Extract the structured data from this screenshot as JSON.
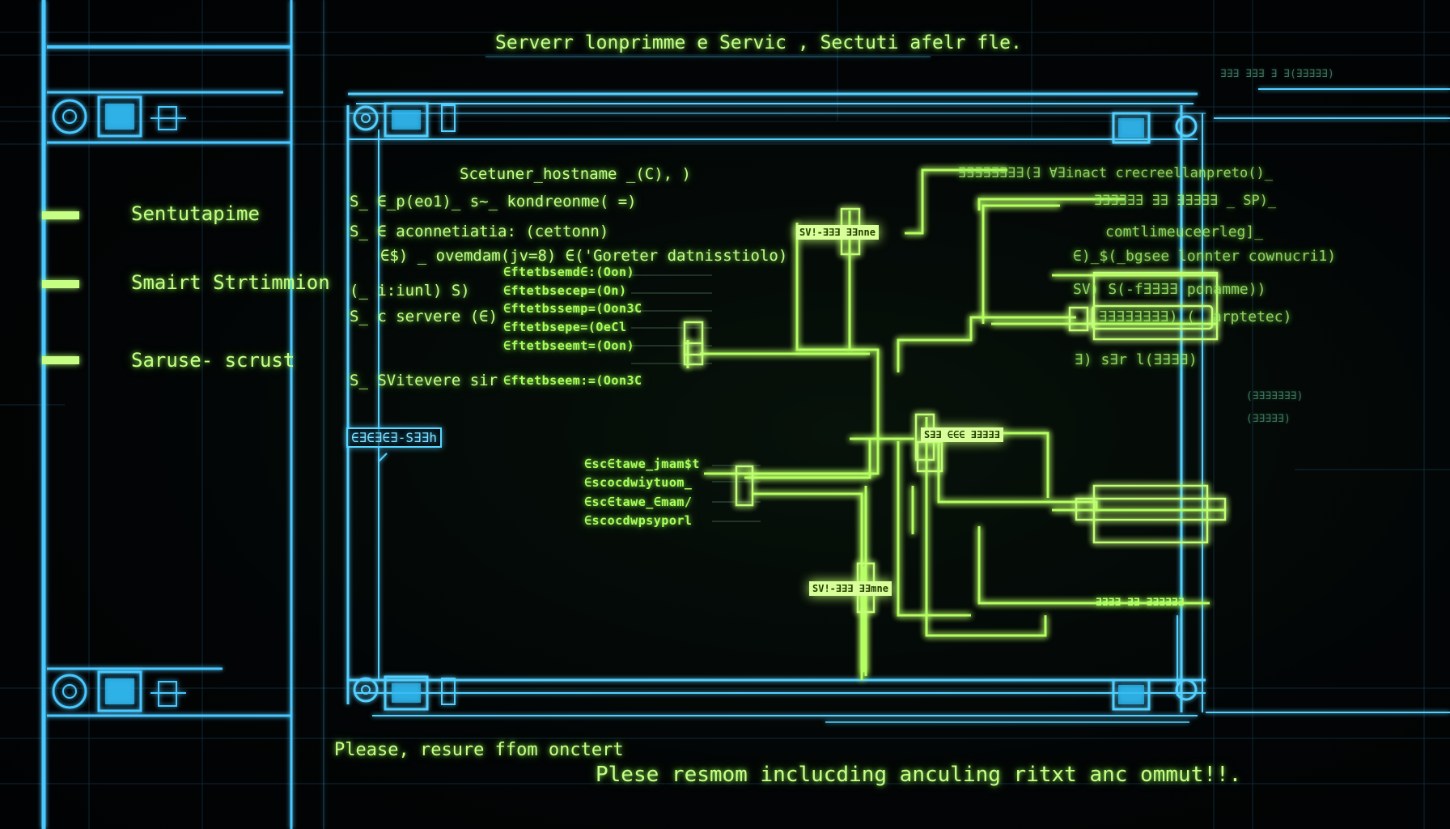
{
  "header": {
    "title": "Serverr lonprimme e    Servic ,  Sectuti afelr fle.",
    "top_right_small": "∃∃∃ ∃∃∃ ∃ ∃(∃∃∃∃∃)"
  },
  "sidebar": {
    "items": [
      {
        "label": "Sentutapime"
      },
      {
        "label": "Smairt  Strtimmion"
      },
      {
        "label": "Saruse- scrust"
      }
    ]
  },
  "code_left": {
    "lines": [
      "Scetuner_hostname _(C), )",
      "S_ ∈_p(eo1)_ s~_ kondreonme( =)",
      "S_ ∈ aconnetiatia:  (cettonn)",
      "∈$) _ ovemdam(jv=8) ∈('Goreter datnisstiolo)",
      "(_ i:iunl) S)",
      "S_ c servere  (∈)",
      "S_ SVitevere sir"
    ],
    "stack_lines": [
      "∈ftetbsemd∈:(Oon)",
      "∈ftetbsecep=(On)",
      "∈ftetbssemp=(Oon3C",
      "∈ftetbsepe=(OeCl",
      "∈ftetbseemt=(Oon)",
      "∈ftetbseem:=(Oon3C"
    ],
    "button_label": "∈∃∈∃∈∃-S∃∃h"
  },
  "code_mid": {
    "lines": [
      "∈sc∈tawe_jmam$t",
      "∈scocdwiytuom_",
      "∈sc∈tawe_∈mam/",
      "∈scocdwpsyporl"
    ]
  },
  "nodes": {
    "top": "SV!-∃∃∃ ∃∃nne",
    "middle": "S∃∃ ∈∈∈ ∃∃∃∃∃",
    "bottom": "SV!-∃∃∃ ∃∃mne"
  },
  "code_right": {
    "lines": [
      "∃∃∃∃∃∃∃∃(∃ ∀∃inact crecreellanpreto()_",
      "∃∃∃∃∃∃ ∃∃ ∃∃∃∃∃  _ SP)_",
      "comtlimeuceerleg]_",
      "∈)_$(_bgsee lonnter cownucri1)",
      "SV)  S(-f∃∃∃∃  pdnamme))",
      "∃∃∃∃∃∃∃∃)  (_ arptetec)",
      "∃) s∃r l(∃∃∃∃)"
    ],
    "faint": [
      "(∃∃∃∃∃∃∃)",
      "(∃∃∃∃∃)",
      "∃∃∃∃ ∃∃ ∃∃∃∃∃∃"
    ]
  },
  "footer": {
    "line1": "Please, resure ffom onctert",
    "line2": "Plese resmom  inclucding anculing  ritxt  anc ommut!!."
  },
  "colors": {
    "cyan": "#5ad8ff",
    "green": "#b8ff7a",
    "background": "#020405"
  }
}
